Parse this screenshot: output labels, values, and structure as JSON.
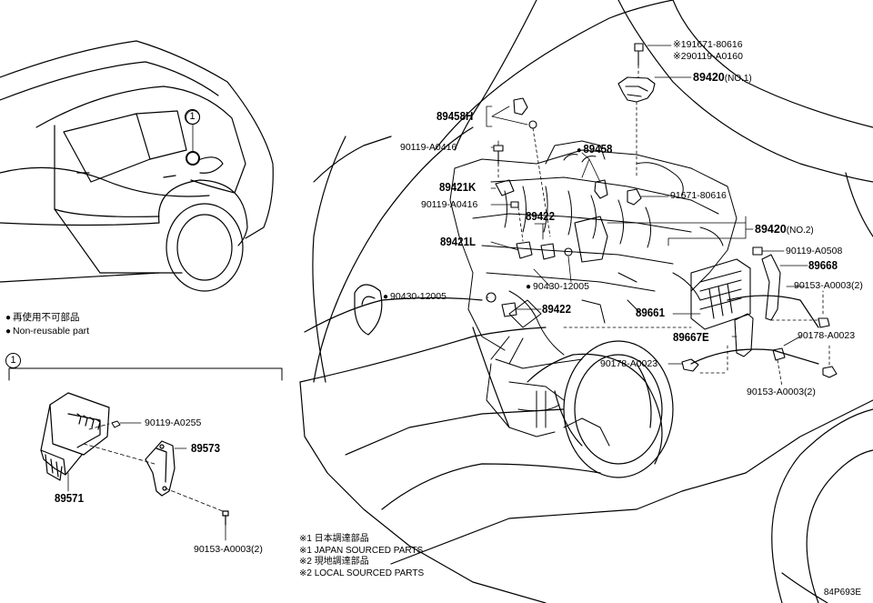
{
  "diagram_id": "84P693E",
  "legend": {
    "line1": "再使用不可部品",
    "line2": "Non-reusable part"
  },
  "section_marker": "1",
  "notes": [
    "※1 日本調達部品",
    "※1 JAPAN SOURCED PARTS",
    "※2 現地調達部品",
    "※2 LOCAL SOURCED PARTS"
  ],
  "parts": {
    "p1": "※191671-80616",
    "p2": "※290119-A0160",
    "p3_main": "89420",
    "p3_sub": "(NO.1)",
    "p4": "89458H",
    "p5": "90119-A0416",
    "p6": "89458",
    "p7": "89421K",
    "p8": "91671-80616",
    "p9": "90119-A0416",
    "p10": "89422",
    "p11_main": "89420",
    "p11_sub": "(NO.2)",
    "p12": "89421L",
    "p13": "90119-A0508",
    "p14": "89668",
    "p15": "90430-12005",
    "p16": "90153-A0003(2)",
    "p17": "90430-12005",
    "p18": "89422",
    "p19": "89661",
    "p20": "89667E",
    "p21": "90178-A0023",
    "p22": "90178-A0023",
    "p23": "90153-A0003(2)",
    "p24": "90119-A0255",
    "p25": "89573",
    "p26": "89571",
    "p27": "90153-A0003(2)"
  }
}
